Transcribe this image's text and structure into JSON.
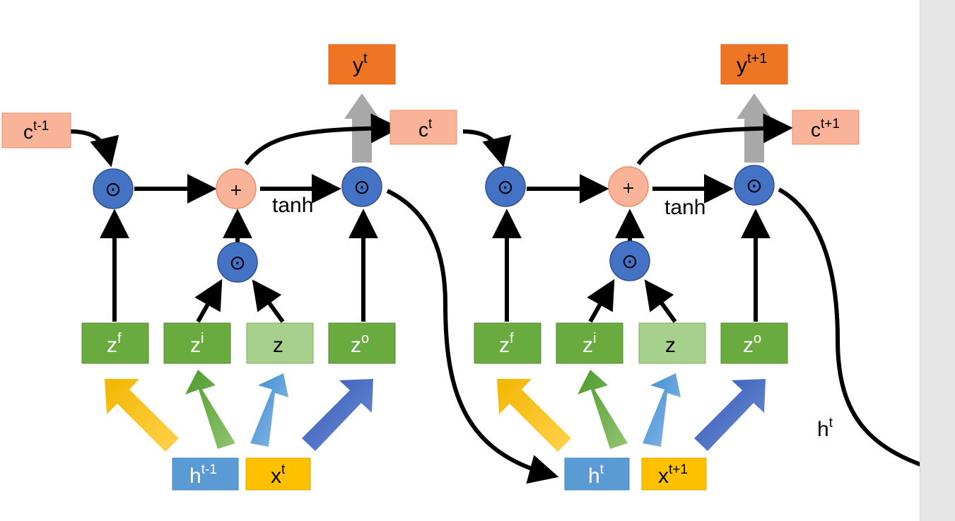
{
  "colors": {
    "cell_state": "#f8b399",
    "output": "#ee7524",
    "gate": "#6aab3f",
    "z_input": "#a8d08d",
    "hidden": "#5b9bd5",
    "input": "#ffc000",
    "operator": "#4472c4",
    "adder": "#f8b399",
    "output_arrow": "#a6a6a6"
  },
  "labels": {
    "c_prev": {
      "base": "c",
      "sup": "t-1"
    },
    "c_t": {
      "base": "c",
      "sup": "t"
    },
    "c_next": {
      "base": "c",
      "sup": "t+1"
    },
    "y_t": {
      "base": "y",
      "sup": "t"
    },
    "y_next": {
      "base": "y",
      "sup": "t+1"
    },
    "z_f": {
      "base": "z",
      "sup": "f"
    },
    "z_i": {
      "base": "z",
      "sup": "i"
    },
    "z": {
      "base": "z"
    },
    "z_o": {
      "base": "z",
      "sup": "o"
    },
    "h_prev": {
      "base": "h",
      "sup": "t-1"
    },
    "x_t": {
      "base": "x",
      "sup": "t"
    },
    "h_t": {
      "base": "h",
      "sup": "t"
    },
    "x_next": {
      "base": "x",
      "sup": "t+1"
    },
    "h_t_curve": {
      "base": "h",
      "sup": "t"
    },
    "tanh": "tanh",
    "mult_symbol": "⊙",
    "add_symbol": "+"
  }
}
